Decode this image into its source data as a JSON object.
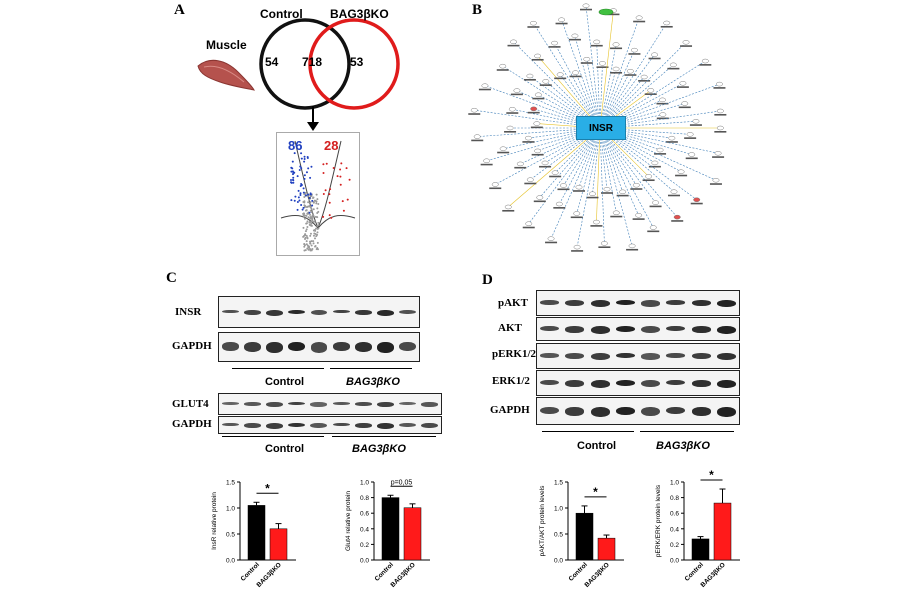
{
  "panel_a": {
    "letter": "A",
    "tissue_label": "Muscle",
    "venn": {
      "left_label": "Control",
      "right_label": "BAG3βKO",
      "left_only": "54",
      "overlap": "718",
      "right_only": "53"
    },
    "volcano": {
      "down_count": "86",
      "up_count": "28",
      "down_color": "#1f3fbf",
      "up_color": "#d42020"
    }
  },
  "panel_b": {
    "letter": "B",
    "hub_label": "INSR",
    "hub_color": "#29aee6"
  },
  "panel_c": {
    "letter": "C",
    "blot_rows_top": [
      "INSR",
      "GAPDH"
    ],
    "blot_rows_bottom": [
      "GLUT4",
      "GAPDH"
    ],
    "group_control": "Control",
    "group_ko": "BAG3βKO",
    "charts": [
      {
        "ylabel": "InsR relative protein",
        "categories": [
          "Control",
          "BAG3βKO"
        ],
        "significance": "*"
      },
      {
        "ylabel": "Glut4 relative protein",
        "categories": [
          "Control",
          "BAG3βKO"
        ],
        "significance": "p=0,05"
      }
    ]
  },
  "panel_d": {
    "letter": "D",
    "blot_rows": [
      "pAKT",
      "AKT",
      "pERK1/2",
      "ERK1/2",
      "GAPDH"
    ],
    "group_control": "Control",
    "group_ko": "BAG3βKO",
    "charts": [
      {
        "ylabel": "pAKT/AKT protein levels",
        "categories": [
          "Control",
          "BAG3βKO"
        ],
        "significance": "*"
      },
      {
        "ylabel": "pERK/ERK protein levels",
        "categories": [
          "Control",
          "BAG3βKO"
        ],
        "significance": "*"
      }
    ]
  },
  "colors": {
    "control_bar": "#000000",
    "ko_bar": "#ff1a1a",
    "control_circle": "#111111",
    "ko_circle": "#e01b1b"
  },
  "chart_data": [
    {
      "type": "bar",
      "categories": [
        "Control",
        "BAG3βKO"
      ],
      "values": [
        1.05,
        0.6
      ],
      "errors": [
        0.06,
        0.1
      ],
      "ylabel": "InsR relative protein",
      "ylim": [
        0,
        1.5
      ],
      "yticks": [
        0.0,
        0.5,
        1.0,
        1.5
      ]
    },
    {
      "type": "bar",
      "categories": [
        "Control",
        "BAG3βKO"
      ],
      "values": [
        0.8,
        0.67
      ],
      "errors": [
        0.03,
        0.05
      ],
      "ylabel": "Glut4 relative protein",
      "ylim": [
        0,
        1.0
      ],
      "yticks": [
        0.0,
        0.2,
        0.4,
        0.6,
        0.8,
        1.0
      ]
    },
    {
      "type": "bar",
      "categories": [
        "Control",
        "BAG3βKO"
      ],
      "values": [
        0.9,
        0.42
      ],
      "errors": [
        0.14,
        0.06
      ],
      "ylabel": "pAKT/AKT protein levels",
      "ylim": [
        0,
        1.5
      ],
      "yticks": [
        0.0,
        0.5,
        1.0,
        1.5
      ]
    },
    {
      "type": "bar",
      "categories": [
        "Control",
        "BAG3βKO"
      ],
      "values": [
        0.27,
        0.73
      ],
      "errors": [
        0.03,
        0.18
      ],
      "ylabel": "pERK/ERK protein levels",
      "ylim": [
        0,
        1.0
      ],
      "yticks": [
        0.0,
        0.2,
        0.4,
        0.6,
        0.8,
        1.0
      ]
    }
  ]
}
